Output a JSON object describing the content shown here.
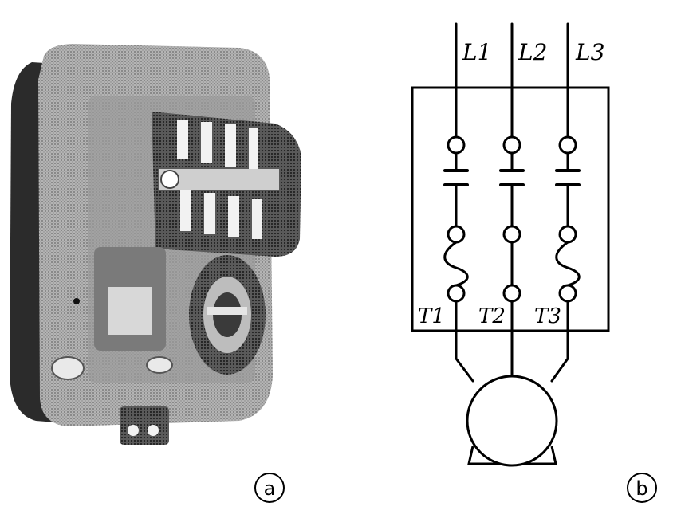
{
  "figure": {
    "panel_a": {
      "caption": "a"
    },
    "panel_b": {
      "caption": "b",
      "line_labels": [
        "L1",
        "L2",
        "L3"
      ],
      "terminal_labels": [
        "T1",
        "T2",
        "T3"
      ],
      "fuse_on_phase": [
        true,
        false,
        true
      ]
    }
  },
  "colors": {
    "ink": "#000000",
    "paper": "#ffffff",
    "device_body": "#a8a8a8",
    "device_dark": "#505050"
  }
}
